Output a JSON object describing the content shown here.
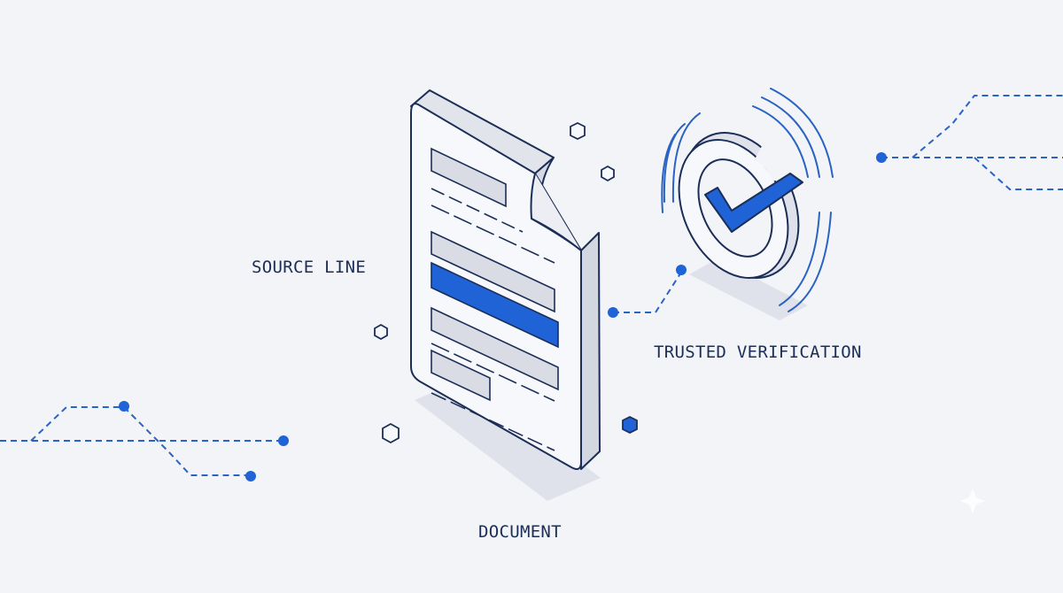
{
  "labels": {
    "source_line": "SOURCE LINE",
    "trusted_verification": "TRUSTED VERIFICATION",
    "document": "DOCUMENT"
  },
  "colors": {
    "background": "#f2f4f7",
    "outline": "#1b2e57",
    "accent": "#1f63d6",
    "face": "#f7f8fb",
    "side": "#d9dce4",
    "shadow": "#dfe2ea"
  }
}
